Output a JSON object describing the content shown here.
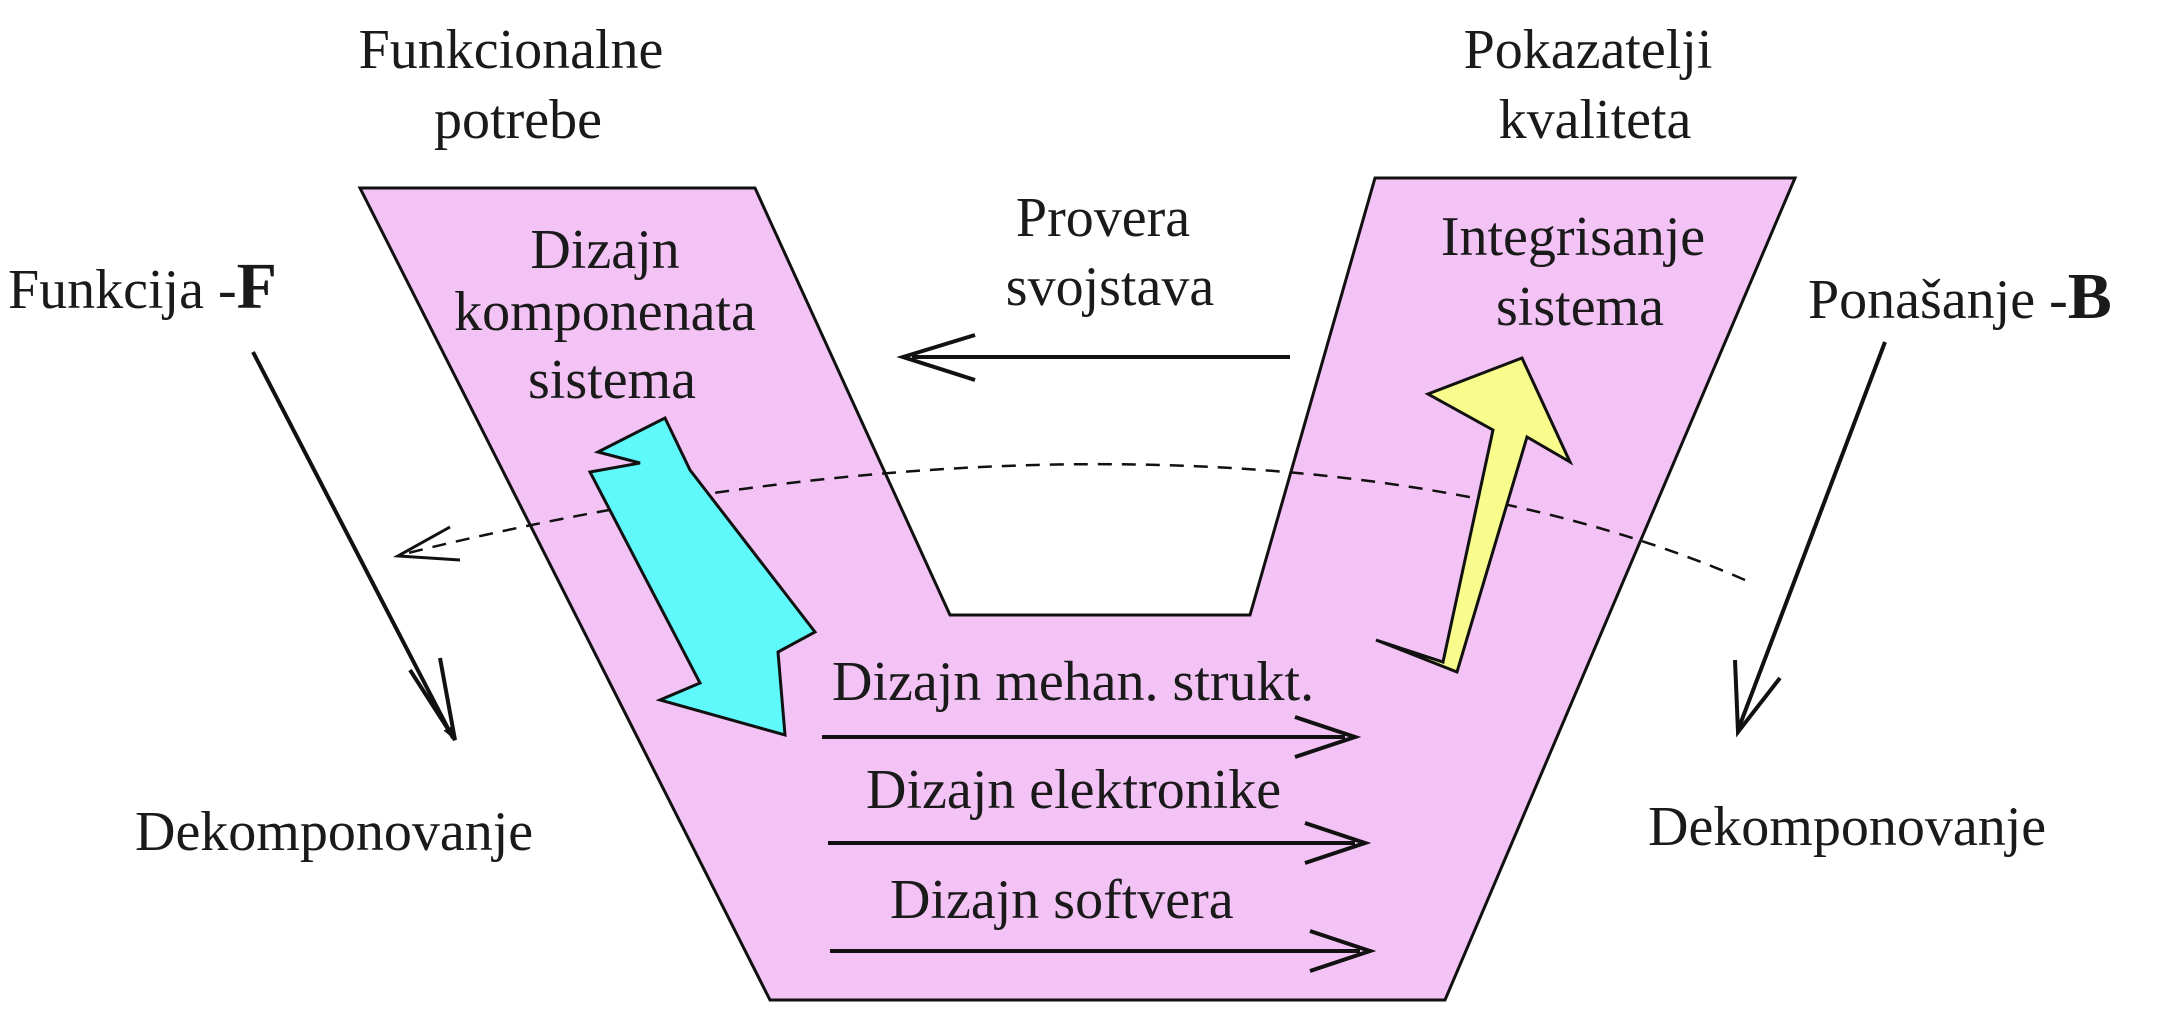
{
  "labels": {
    "functional_needs": [
      "Funkcionalne",
      "potrebe"
    ],
    "quality_indicators": [
      "Pokazatelji",
      "kvaliteta"
    ],
    "function_prefix": "Funkcija -",
    "function_letter": "F",
    "behavior_prefix": "Ponašanje -",
    "behavior_letter": "B",
    "decompose_left": "Dekomponovanje",
    "decompose_right": "Dekomponovanje",
    "component_design": [
      "Dizajn",
      "komponenata",
      "sistema"
    ],
    "property_check": [
      "Provera",
      "svojstava"
    ],
    "system_integration": [
      "Integrisanje",
      "sistema"
    ],
    "mech_design": "Dizajn mehan. strukt.",
    "electronics_design": "Dizajn elektronike",
    "software_design": "Dizajn softvera"
  },
  "colors": {
    "v_shape_fill": "#f3c3f5",
    "down_arrow_fill": "#5ff8fb",
    "up_arrow_fill": "#f8fc8c",
    "stroke": "#111111"
  }
}
